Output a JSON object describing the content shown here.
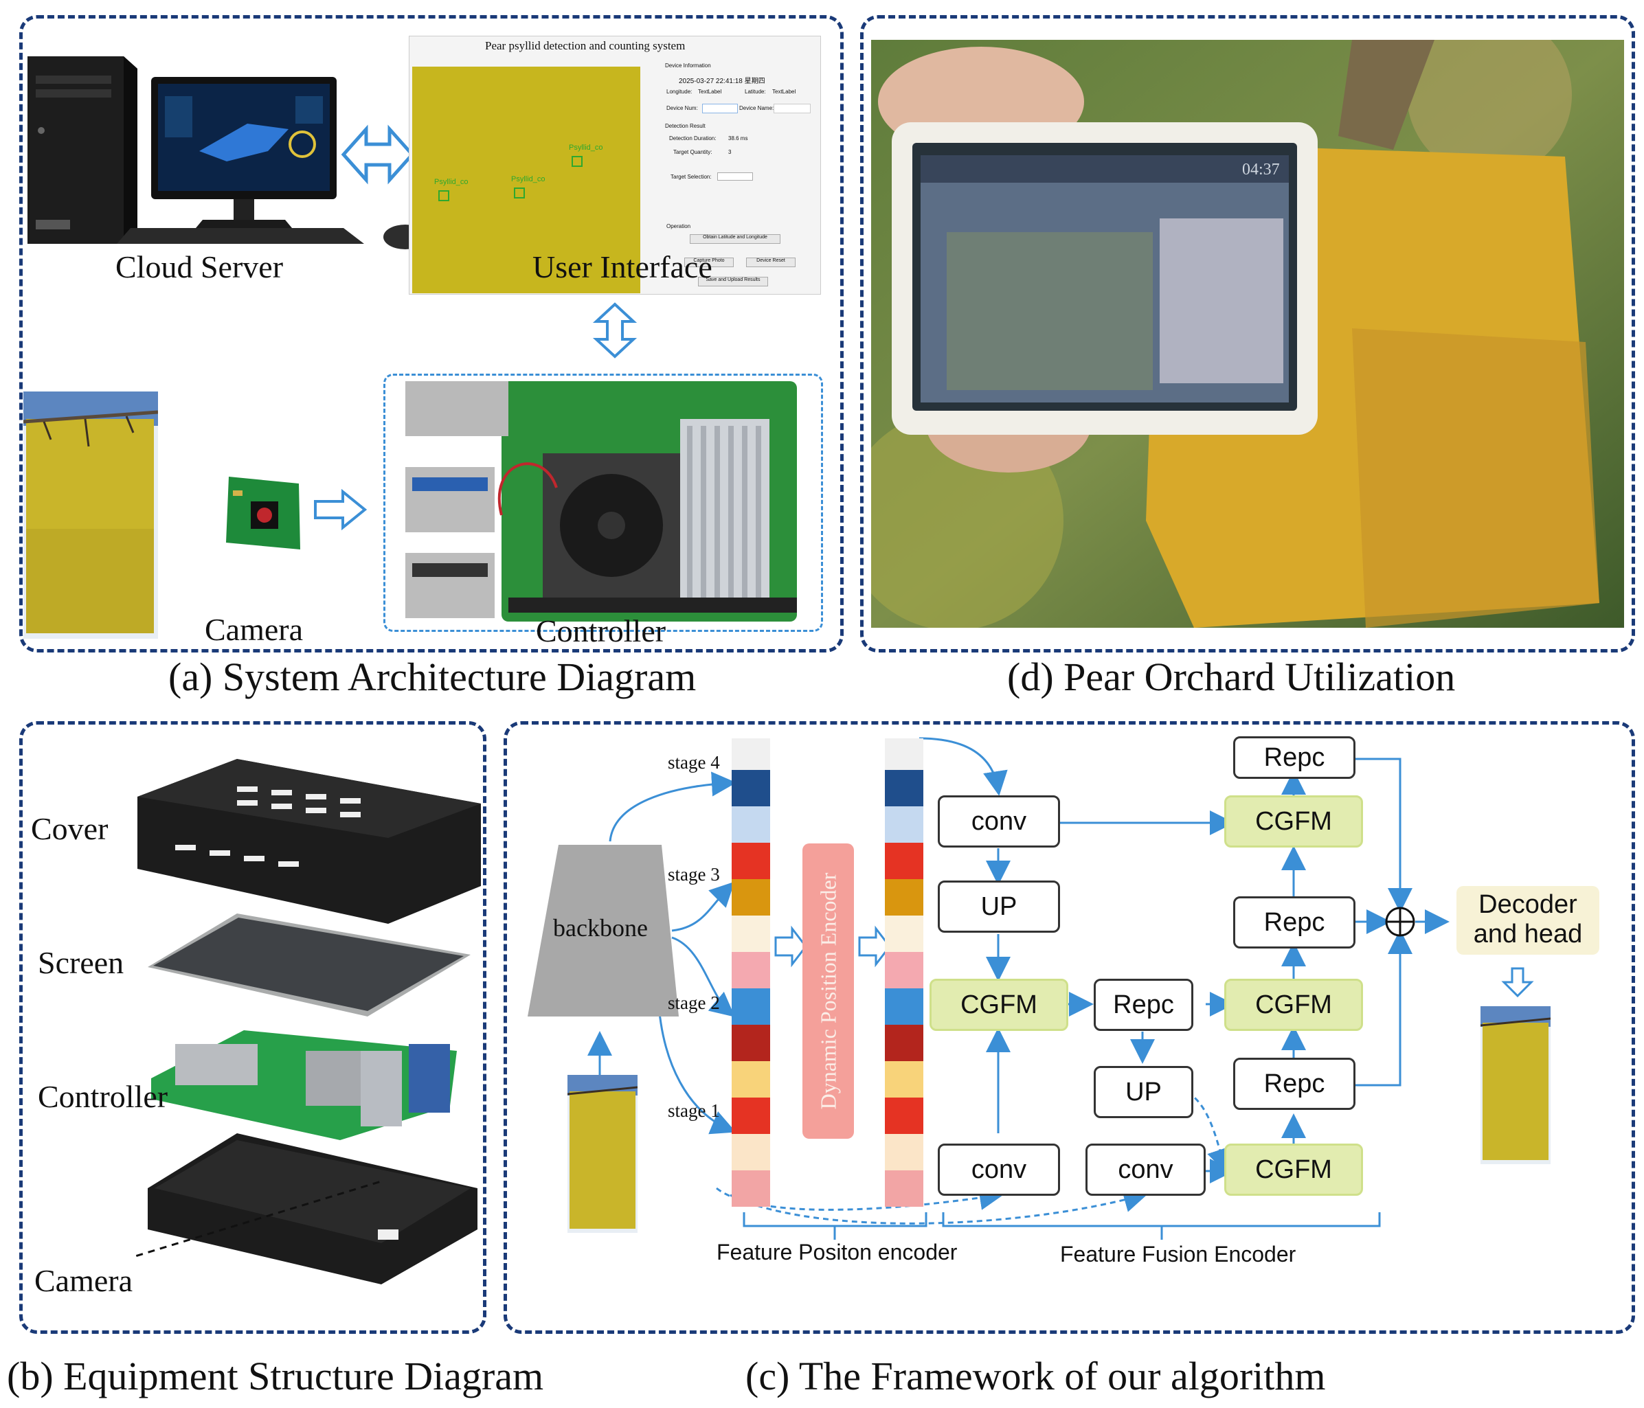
{
  "panels": {
    "a": {
      "caption": "(a) System Architecture Diagram",
      "cloud_server_label": "Cloud Server",
      "user_interface_label": "User Interface",
      "camera_label": "Camera",
      "controller_label": "Controller",
      "ui_window": {
        "title": "Pear psyllid detection and counting system",
        "device_info": "Device Information",
        "timestamp": "2025-03-27 22:41:18 星期四",
        "longitude_label": "Longitude:",
        "longitude_value": "TextLabel",
        "latitude_label": "Latitude:",
        "latitude_value": "TextLabel",
        "device_num_label": "Device Num:",
        "device_name_label": "Device Name:",
        "detection_result": "Detection Result",
        "detection_duration": "Detection Duration:",
        "detection_duration_value": "38.6 ms",
        "target_quantity": "Target Quantity:",
        "target_quantity_value": "3",
        "target_selection": "Target Selection:",
        "operation": "Operation",
        "btn_obtain": "Obtain Latitude and Longitude",
        "btn_capture": "Capture Photo",
        "btn_reset": "Device Reset",
        "btn_save": "Save and Upload Results",
        "detection_tags": [
          "Psyllid_co",
          "Psyllid_co",
          "Psyllid_co"
        ]
      }
    },
    "b": {
      "caption": "(b) Equipment Structure Diagram",
      "labels": [
        "Cover",
        "Screen",
        "Controller",
        "Camera"
      ]
    },
    "c": {
      "caption": "(c) The Framework of our algorithm",
      "backbone": "backbone",
      "stages": [
        "stage 4",
        "stage 3",
        "stage 2",
        "stage 1"
      ],
      "dpe": "Dynamic Position Encoder",
      "nodes": {
        "conv_top": "conv",
        "up_left": "UP",
        "cgfm_left": "CGFM",
        "repc_mid": "Repc",
        "up_mid": "UP",
        "conv_bottom_left": "conv",
        "conv_bottom_mid": "conv",
        "repc_top": "Repc",
        "cgfm_top": "CGFM",
        "repc_upper": "Repc",
        "cgfm_mid": "CGFM",
        "repc_lower": "Repc",
        "cgfm_bottom": "CGFM",
        "decoder_line1": "Decoder",
        "decoder_line2": "and head"
      },
      "feature_position_encoder": "Feature Positon encoder",
      "feature_fusion_encoder": "Feature Fusion Encoder",
      "column_colors": [
        "#f0f0f0",
        "#1f4e8c",
        "#c5d9f0",
        "#e53323",
        "#d9960f",
        "#faf0dc",
        "#f4a9b0",
        "#3b8fd6",
        "#b3251d",
        "#f8d37a",
        "#e53323",
        "#fbe5c8",
        "#f2a5a5"
      ]
    },
    "d": {
      "caption": "(d) Pear Orchard Utilization",
      "screen_time": "04:37"
    }
  },
  "colors": {
    "panel_border": "#1a3a78",
    "arrow_blue": "#3b8fd6",
    "cgfm_fill": "#e2ecb0",
    "dpe_fill": "#f4a09a",
    "decoder_fill": "#f7f2d6",
    "trap_yellow": "#c9b52a"
  }
}
